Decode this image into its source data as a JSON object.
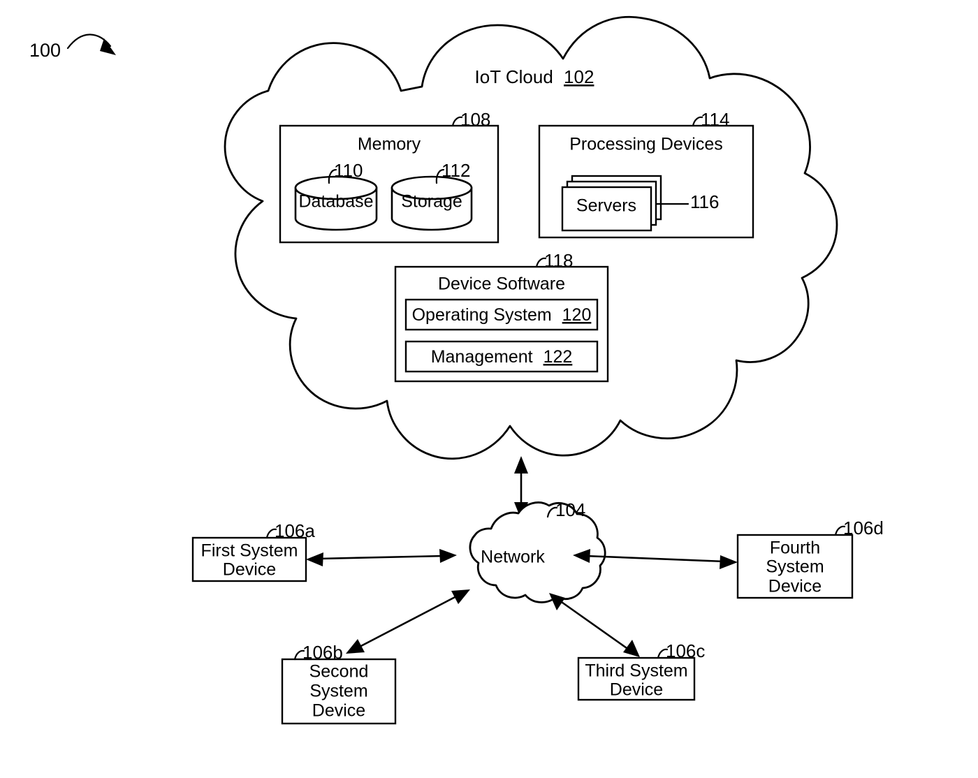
{
  "figure": {
    "number": "100",
    "cloud": {
      "title": "IoT Cloud",
      "ref": "102"
    },
    "network": {
      "title": "Network",
      "ref": "104"
    },
    "memory": {
      "title": "Memory",
      "ref": "108",
      "database": {
        "label": "Database",
        "ref": "110"
      },
      "storage": {
        "label": "Storage",
        "ref": "112"
      }
    },
    "processing": {
      "title": "Processing Devices",
      "ref": "114",
      "servers": {
        "label": "Servers",
        "ref": "116"
      }
    },
    "device_software": {
      "title": "Device Software",
      "ref": "118",
      "operating_system": {
        "label": "Operating System",
        "ref": "120"
      },
      "management": {
        "label": "Management",
        "ref": "122"
      }
    },
    "devices": [
      {
        "lines": [
          "First System",
          "Device"
        ],
        "ref": "106a"
      },
      {
        "lines": [
          "Second",
          "System",
          "Device"
        ],
        "ref": "106b"
      },
      {
        "lines": [
          "Third System",
          "Device"
        ],
        "ref": "106c"
      },
      {
        "lines": [
          "Fourth",
          "System",
          "Device"
        ],
        "ref": "106d"
      }
    ]
  },
  "colors": {
    "ink": "#000000",
    "paper": "#ffffff"
  }
}
